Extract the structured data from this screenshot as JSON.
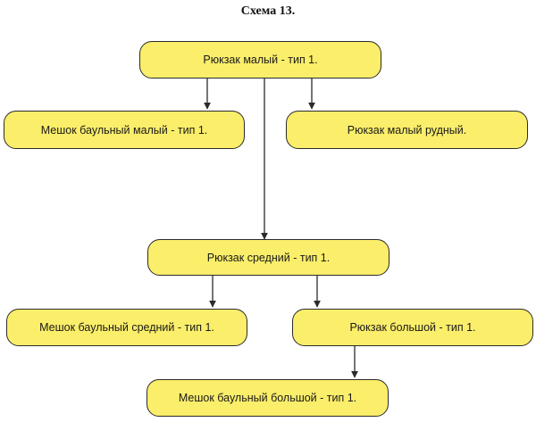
{
  "title": "Схема 13.",
  "nodes": [
    {
      "id": "n1",
      "label": "Рюкзак малый - тип 1."
    },
    {
      "id": "n2",
      "label": "Мешок баульный малый - тип 1."
    },
    {
      "id": "n3",
      "label": "Рюкзак малый рудный."
    },
    {
      "id": "n4",
      "label": "Рюкзак средний - тип 1."
    },
    {
      "id": "n5",
      "label": "Мешок баульный средний - тип 1."
    },
    {
      "id": "n6",
      "label": "Рюкзак большой - тип 1."
    },
    {
      "id": "n7",
      "label": "Мешок баульный большой - тип 1."
    }
  ],
  "edges": [
    {
      "from": "n1",
      "to": "n2"
    },
    {
      "from": "n1",
      "to": "n3"
    },
    {
      "from": "n1",
      "to": "n4"
    },
    {
      "from": "n4",
      "to": "n5"
    },
    {
      "from": "n4",
      "to": "n6"
    },
    {
      "from": "n6",
      "to": "n7"
    }
  ]
}
